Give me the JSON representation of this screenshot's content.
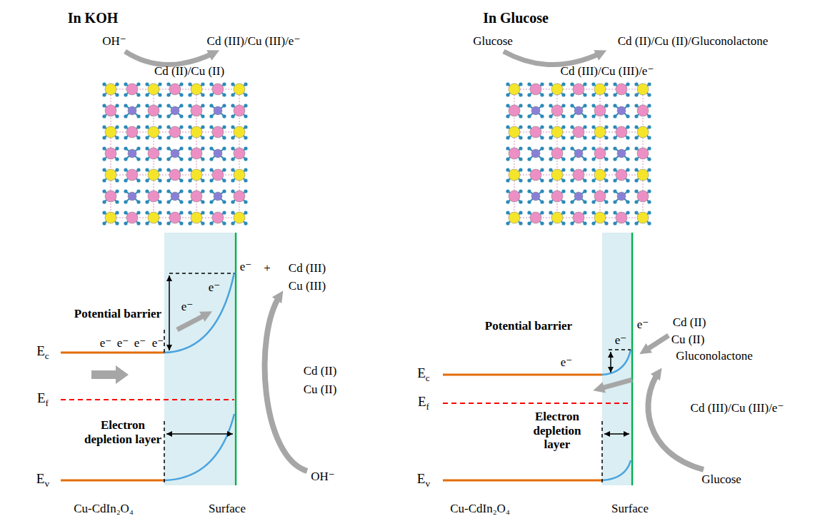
{
  "diagram": {
    "labels": [
      "In KOH",
      "OH⁻",
      "Cd (III)/Cu (III)/e⁻",
      "Cd (II)/Cu (II)",
      "Potential barrier",
      "e⁻",
      "e⁻",
      "e⁻",
      "e⁻",
      "e⁻",
      "e⁻",
      "e⁻",
      "+",
      "Cd (III)",
      "Cu (III)",
      "Cd (II)",
      "Cu (II)",
      "OH⁻",
      "Ec",
      "Ef",
      "Ev",
      "Electron depletion layer",
      "Cu-CdIn₂O₄",
      "Surface",
      "In Glucose",
      "Glucose",
      "Cd (II)/Cu (II)/Gluconolactone",
      "Cd (III)/Cu (III)/e⁻",
      "Potential barrier",
      "e⁻",
      "e⁻",
      "e⁻",
      "Cd (II)",
      "Cu (II)",
      "Gluconolactone",
      "Cd (III)/Cu (III)/e⁻",
      "Glucose",
      "Ec",
      "Ef",
      "Ev",
      "Electron depletion layer",
      "Cu-CdIn₂O₄",
      "Surface"
    ]
  }
}
